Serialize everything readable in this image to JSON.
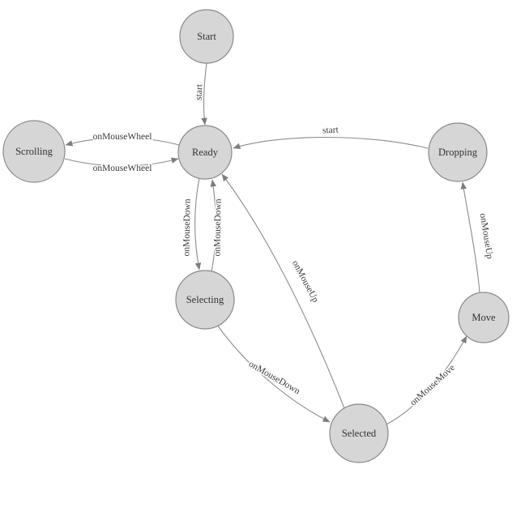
{
  "diagram": {
    "type": "state-machine",
    "colors": {
      "node_fill": "#d6d6d6",
      "node_stroke": "#8a8a8a",
      "edge_color": "#8c8c8c",
      "label_color": "#3a3a3a",
      "background": "#ffffff"
    },
    "nodes": [
      {
        "id": "start",
        "label": "Start"
      },
      {
        "id": "ready",
        "label": "Ready"
      },
      {
        "id": "scrolling",
        "label": "Scrolling"
      },
      {
        "id": "dropping",
        "label": "Dropping"
      },
      {
        "id": "selecting",
        "label": "Selecting"
      },
      {
        "id": "move",
        "label": "Move"
      },
      {
        "id": "selected",
        "label": "Selected"
      }
    ],
    "edges": [
      {
        "from": "Start",
        "to": "Ready",
        "label": "start"
      },
      {
        "from": "Ready",
        "to": "Scrolling",
        "label": "onMouseWheel"
      },
      {
        "from": "Scrolling",
        "to": "Ready",
        "label": "onMouseWheel"
      },
      {
        "from": "Dropping",
        "to": "Ready",
        "label": "start"
      },
      {
        "from": "Ready",
        "to": "Selecting",
        "label": "onMouseDown"
      },
      {
        "from": "Selecting",
        "to": "Ready",
        "label": "onMouseDown"
      },
      {
        "from": "Selected",
        "to": "Ready",
        "label": "onMouseUp"
      },
      {
        "from": "Selecting",
        "to": "Selected",
        "label": "onMouseDown"
      },
      {
        "from": "Selected",
        "to": "Move",
        "label": "onMouseMove"
      },
      {
        "from": "Move",
        "to": "Dropping",
        "label": "onMouseUp"
      }
    ]
  }
}
